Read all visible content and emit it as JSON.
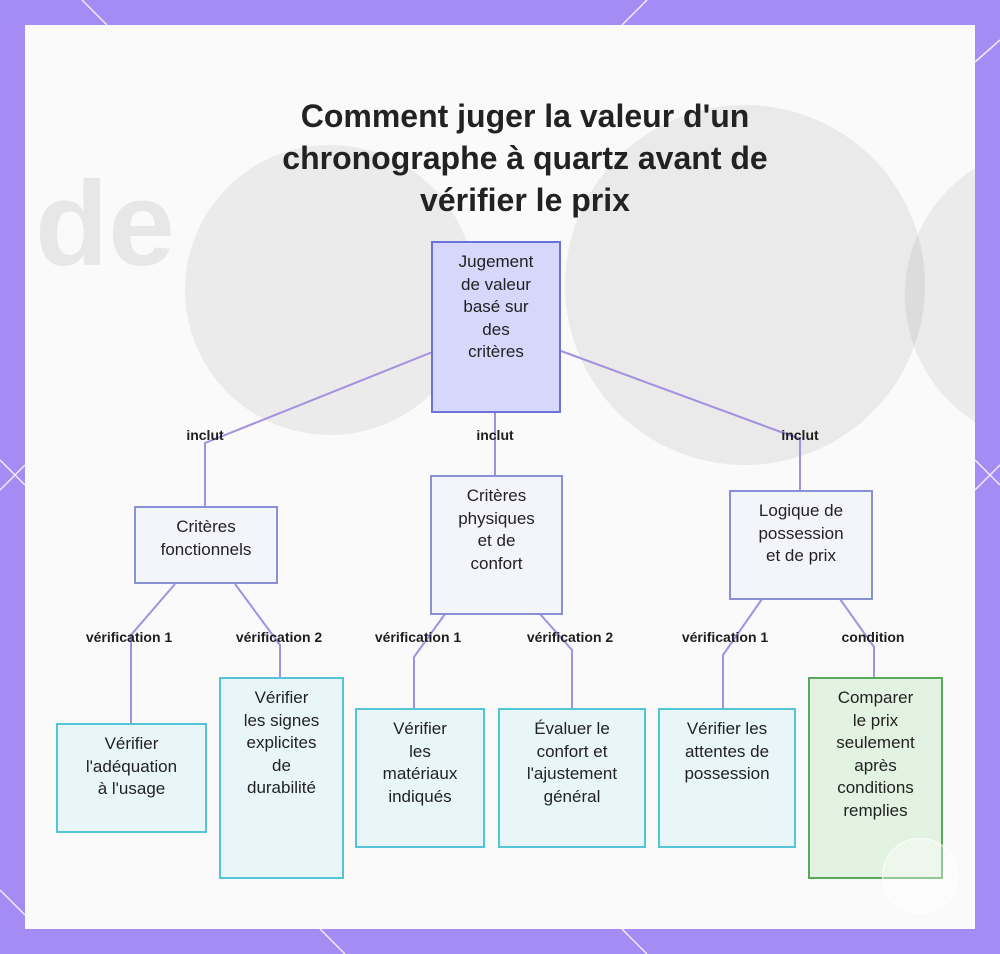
{
  "title": "Comment juger la valeur d'un chronographe à quartz avant de vérifier le prix",
  "colors": {
    "frame": "#a48cf4",
    "root_fill": "#d6d7fb",
    "category_fill": "#f4f4fc",
    "leaf_fill": "#e8f6fa",
    "condition_fill": "#e3f3e2",
    "edge": "#a58fe0"
  },
  "root": {
    "lines": [
      "Jugement",
      "de valeur",
      "basé sur",
      "des",
      "critères"
    ]
  },
  "categories": [
    {
      "lines": [
        "Critères",
        "fonctionnels"
      ]
    },
    {
      "lines": [
        "Critères",
        "physiques",
        "et de",
        "confort"
      ]
    },
    {
      "lines": [
        "Logique de",
        "possession",
        "et de prix"
      ]
    }
  ],
  "leaves": [
    {
      "lines": [
        "Vérifier",
        "l'adéquation",
        "à l'usage"
      ]
    },
    {
      "lines": [
        "Vérifier",
        "les signes",
        "explicites",
        "de",
        "durabilité"
      ]
    },
    {
      "lines": [
        "Vérifier",
        "les",
        "matériaux",
        "indiqués"
      ]
    },
    {
      "lines": [
        "Évaluer le",
        "confort et",
        "l'ajustement",
        "général"
      ]
    },
    {
      "lines": [
        "Vérifier les",
        "attentes de",
        "possession"
      ]
    },
    {
      "lines": [
        "Comparer",
        "le prix",
        "seulement",
        "après",
        "conditions",
        "remplies"
      ]
    }
  ],
  "edge_labels": {
    "inclut_1": "inclut",
    "inclut_2": "inclut",
    "inclut_3": "inclut",
    "verif1_a": "vérification 1",
    "verif2_a": "vérification 2",
    "verif1_b": "vérification 1",
    "verif2_b": "vérification 2",
    "verif1_c": "vérification 1",
    "condition": "condition"
  }
}
